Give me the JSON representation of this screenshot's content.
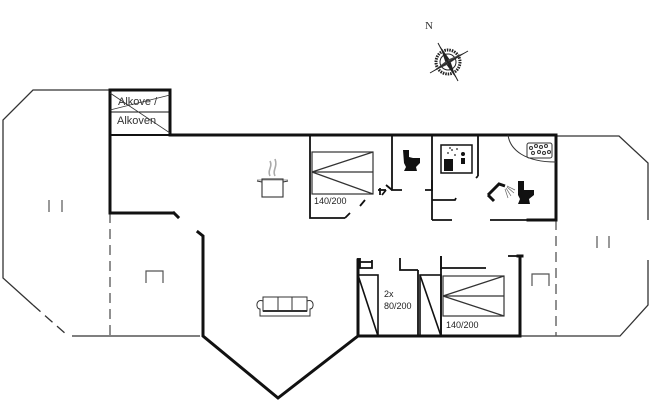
{
  "compass": {
    "north_label": "N",
    "icon": "compass-rose-icon"
  },
  "rooms": {
    "alcove": {
      "label_line1": "Alkove /",
      "label_line2": "Alkoven"
    },
    "bedroom_1": {
      "bed_size": "140/200",
      "icon": "double-bed-icon"
    },
    "bedroom_2": {
      "bed_count": "2x",
      "bed_size": "80/200",
      "icon": "single-bed-icon"
    },
    "bedroom_3": {
      "bed_size": "140/200",
      "icon": "double-bed-icon"
    },
    "kitchen": {
      "icon": "cooking-pot-icon"
    },
    "living_room": {
      "icon": "sofa-icon"
    },
    "toilet": {
      "icon": "toilet-icon"
    },
    "sauna": {
      "icon": "sauna-icon"
    },
    "bathroom": {
      "icons": [
        "shower-icon",
        "toilet-icon"
      ]
    },
    "spa": {
      "icon": "whirlpool-icon"
    },
    "terrace_left": {
      "icon": "terrace-icon"
    },
    "terrace_right": {
      "icon": "terrace-icon"
    },
    "annex_left": {
      "icon": "annex-icon"
    },
    "annex_right": {
      "icon": "annex-icon"
    }
  },
  "colors": {
    "wall": "#111111",
    "thin_line": "#333333",
    "dashed": "#555555",
    "steam": "#aaaaaa"
  }
}
